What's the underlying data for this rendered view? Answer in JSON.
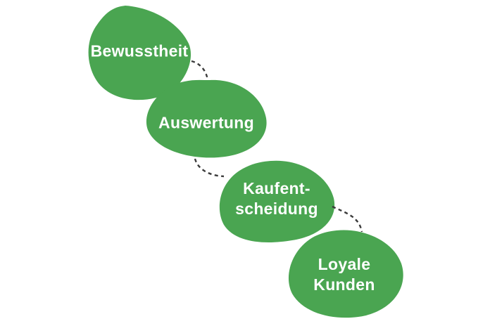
{
  "diagram": {
    "stages": [
      {
        "id": "bewusstheit",
        "lines": [
          "Bewusstheit"
        ]
      },
      {
        "id": "auswertung",
        "lines": [
          "Auswertung"
        ]
      },
      {
        "id": "kaufentscheidung",
        "lines": [
          "Kaufent-",
          "scheidung"
        ]
      },
      {
        "id": "loyale-kunden",
        "lines": [
          "Loyale",
          "Kunden"
        ]
      }
    ]
  },
  "colors": {
    "blob_green": "#4aa551",
    "connector": "#3b3b3b",
    "label_text": "#ffffff",
    "background": "#ffffff"
  }
}
